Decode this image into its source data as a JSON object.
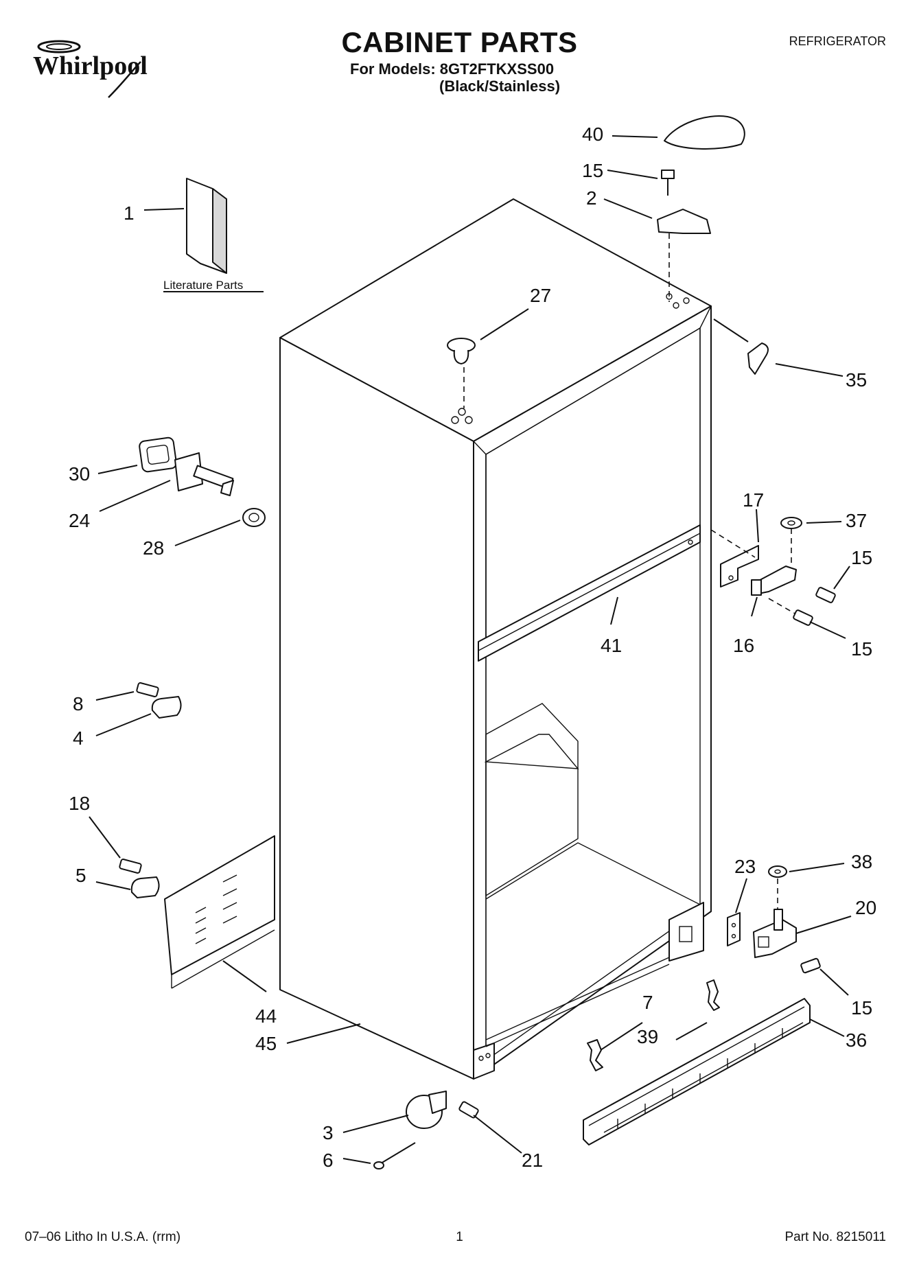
{
  "header": {
    "brand": "Whirlpool",
    "title": "CABINET PARTS",
    "models_line": "For Models: 8GT2FTKXSS00",
    "variant_line": "(Black/Stainless)",
    "product_type": "REFRIGERATOR"
  },
  "diagram": {
    "literature_label": "Literature Parts",
    "callouts": [
      "40",
      "15",
      "2",
      "1",
      "27",
      "35",
      "30",
      "24",
      "28",
      "17",
      "37",
      "15",
      "41",
      "16",
      "15",
      "8",
      "4",
      "18",
      "5",
      "23",
      "38",
      "20",
      "15",
      "7",
      "39",
      "36",
      "44",
      "45",
      "3",
      "21",
      "6"
    ]
  },
  "footer": {
    "left": "07–06 Litho In U.S.A. (rrm)",
    "page": "1",
    "part_no": "Part No. 8215011"
  }
}
